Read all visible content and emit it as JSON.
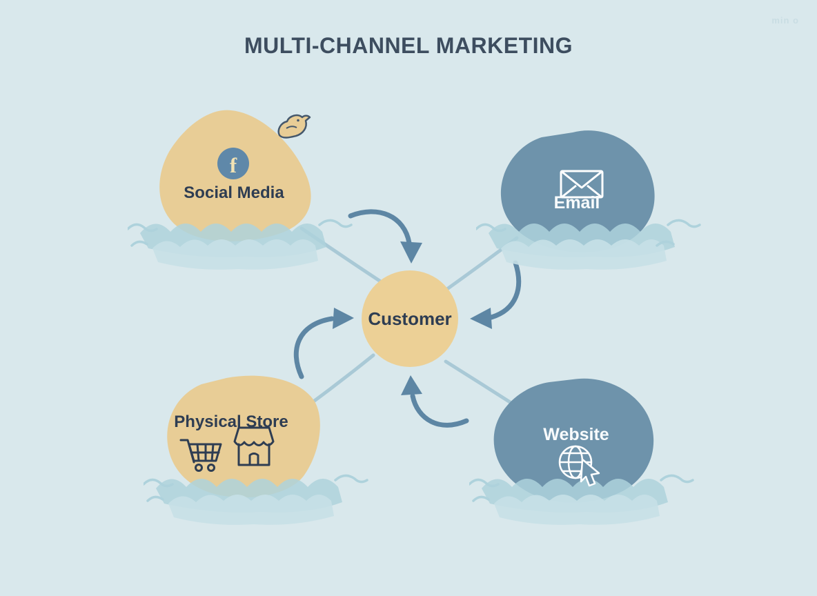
{
  "title": "MULTI-CHANNEL MARKETING",
  "watermark": "min o",
  "center": {
    "label": "Customer"
  },
  "channels": [
    {
      "id": "social-media",
      "label": "Social Media",
      "blob_color_name": "tan",
      "icons": [
        "facebook-icon",
        "twitter-bird-icon"
      ]
    },
    {
      "id": "email",
      "label": "Email",
      "blob_color_name": "blue",
      "icons": [
        "envelope-icon"
      ]
    },
    {
      "id": "physical-store",
      "label": "Physical Store",
      "blob_color_name": "tan",
      "icons": [
        "shopping-cart-icon",
        "storefront-icon"
      ]
    },
    {
      "id": "website",
      "label": "Website",
      "blob_color_name": "blue",
      "icons": [
        "globe-cursor-icon"
      ]
    }
  ],
  "icons": {
    "facebook_letter": "f"
  },
  "connections": [
    {
      "from": "Social Media",
      "to": "Customer"
    },
    {
      "from": "Email",
      "to": "Customer"
    },
    {
      "from": "Physical Store",
      "to": "Customer"
    },
    {
      "from": "Website",
      "to": "Customer"
    }
  ],
  "colors": {
    "background": "#d9e8ec",
    "tan_blob": "#e8cd96",
    "blue_blob": "#6e93ab",
    "center_circle": "#ecd096",
    "dark_text": "#2e3d52",
    "light_text": "#f8fbfc",
    "title_text": "#3d4d5f",
    "arrow_dark": "#5d86a4",
    "arrow_light": "#a9c9d6",
    "wave_dark": "#aed2dc",
    "wave_light": "#c6e0e7",
    "facebook_blue": "#5f88a9"
  }
}
